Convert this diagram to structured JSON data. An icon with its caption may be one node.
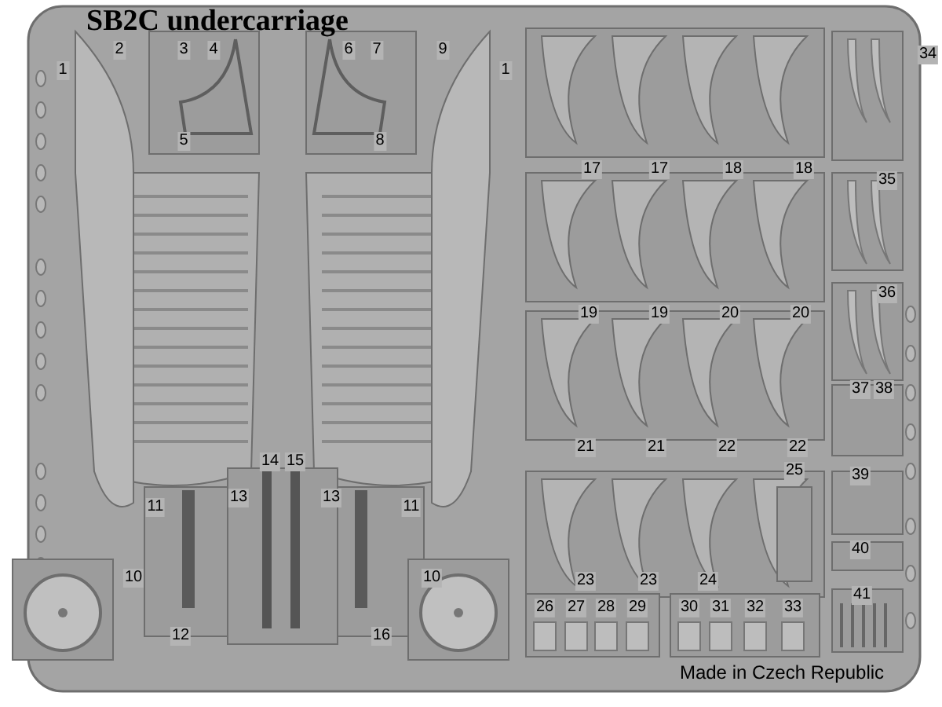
{
  "diagram": {
    "title": "SB2C undercarriage",
    "labels": [
      "2",
      "3",
      "4",
      "6",
      "7",
      "9",
      "34",
      "1",
      "1",
      "5",
      "8",
      "17",
      "17",
      "18",
      "18",
      "35",
      "36",
      "19",
      "19",
      "20",
      "20",
      "37",
      "38",
      "21",
      "21",
      "22",
      "22",
      "14",
      "15",
      "25",
      "39",
      "13",
      "13",
      "11",
      "11",
      "40",
      "10",
      "10",
      "23",
      "23",
      "24",
      "41",
      "26",
      "27",
      "28",
      "29",
      "30",
      "31",
      "32",
      "33",
      "12",
      "16",
      "Made in Czech Republic"
    ]
  }
}
